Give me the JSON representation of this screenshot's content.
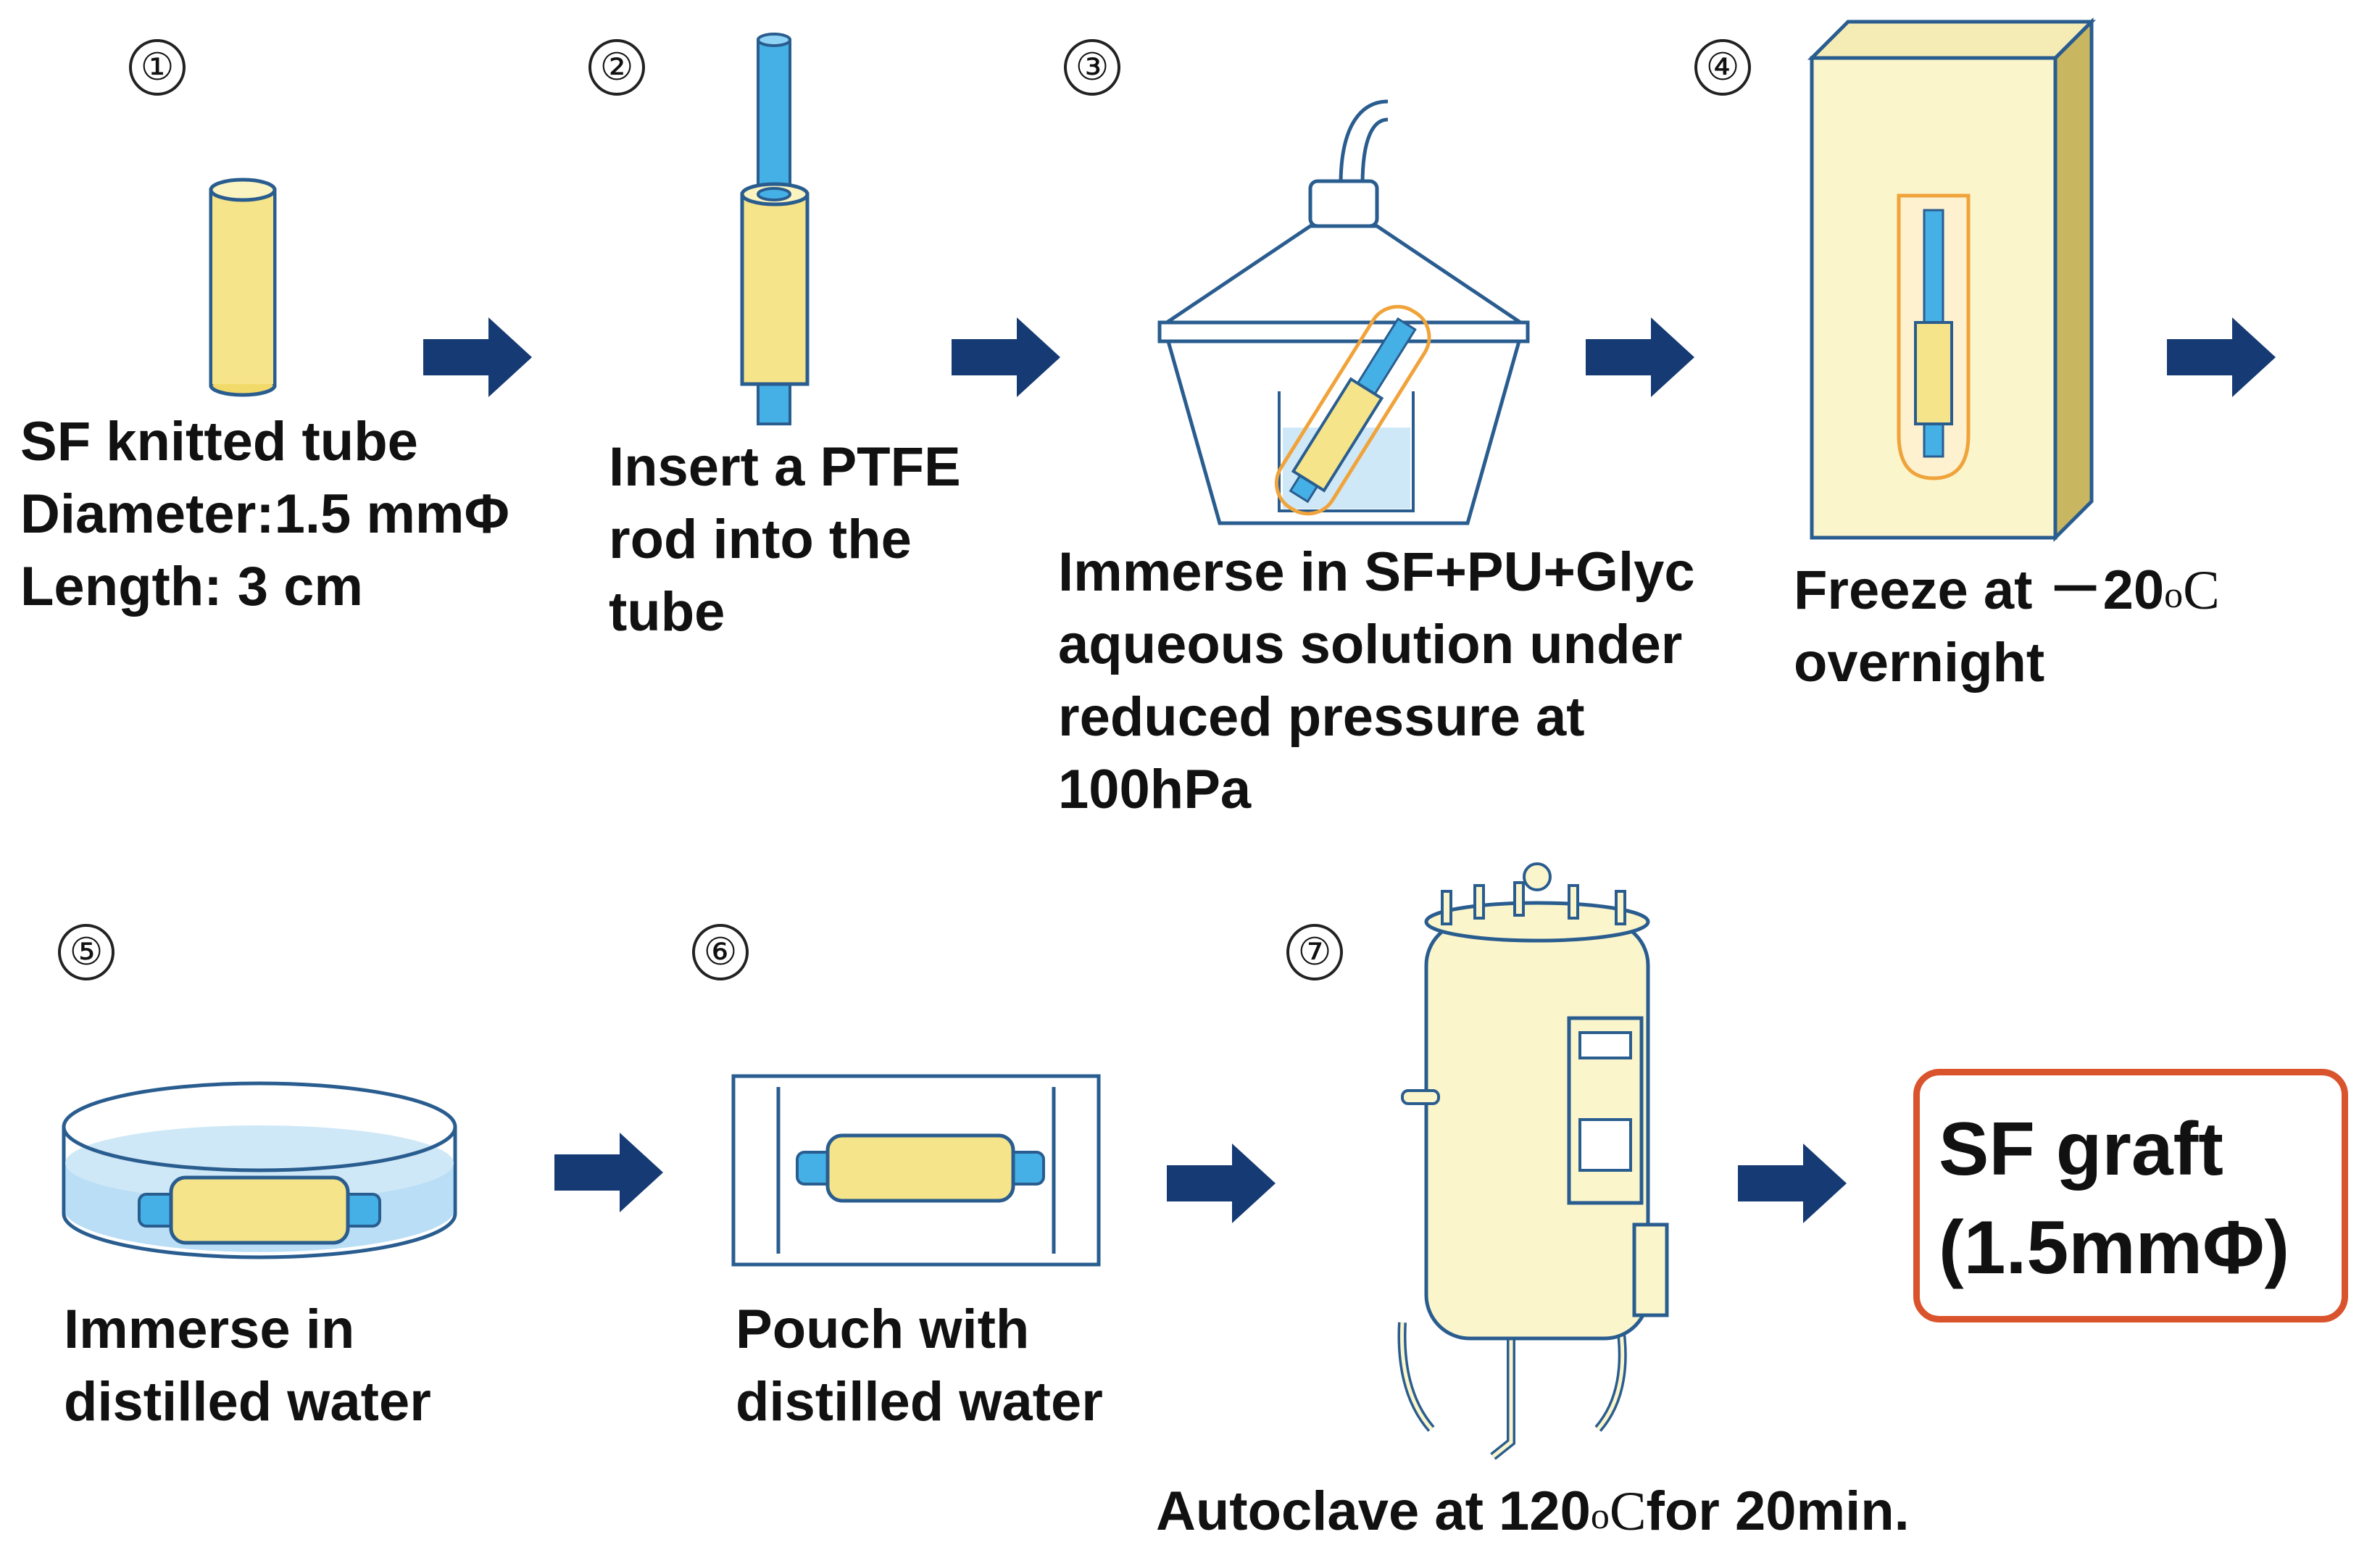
{
  "steps": [
    {
      "number": "①",
      "lines": [
        "SF knitted tube",
        "Diameter:1.5 mmΦ",
        "Length: 3 cm"
      ]
    },
    {
      "number": "②",
      "lines": [
        "Insert  a PTFE",
        "rod into the",
        "tube"
      ]
    },
    {
      "number": "③",
      "lines": [
        "Immerse in SF+PU+Glyc",
        "aqueous solution under",
        "reduced pressure at",
        "100hPa"
      ]
    },
    {
      "number": "④",
      "line1_prefix": "Freeze at －20",
      "line1_unit_o": "o",
      "line1_unit_c": "C",
      "line2": "overnight"
    },
    {
      "number": "⑤",
      "lines": [
        "Immerse in",
        "distilled water"
      ]
    },
    {
      "number": "⑥",
      "lines": [
        "Pouch with",
        "distilled water"
      ]
    },
    {
      "number": "⑦",
      "prefix": "Autoclave at 120",
      "unit_o": "o",
      "unit_c": "C",
      "suffix": "for 20min."
    }
  ],
  "result": {
    "line1": "SF graft",
    "line2": "(1.5mmΦ)"
  },
  "colors": {
    "arrow": "#163a73",
    "tube_yellow": "#f6e48a",
    "rod_blue": "#45b0e6",
    "outline": "#2a5d8f",
    "freezer_cream": "#fbf5cc",
    "water_blue": "#bfe0f4",
    "result_border": "#d9542c"
  }
}
